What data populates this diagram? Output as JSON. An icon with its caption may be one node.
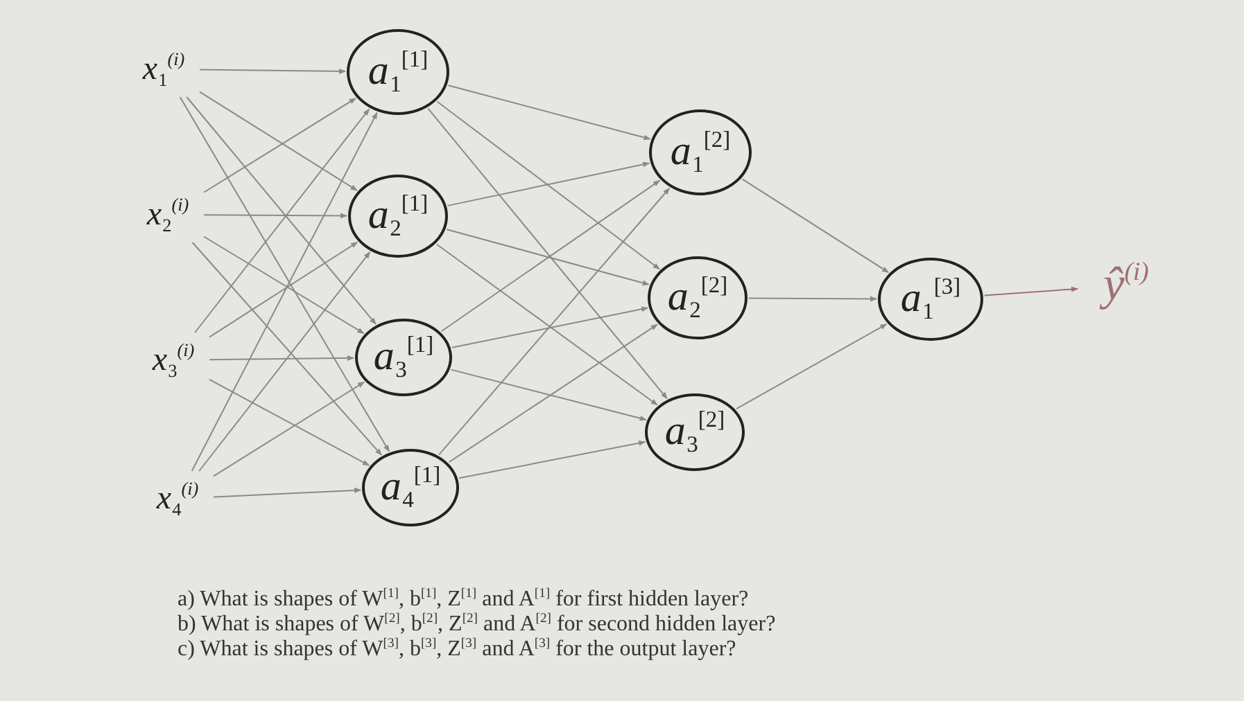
{
  "diagram": {
    "nodes": [
      {
        "text": [
          "x$_{1}$$^{(i)}$"
        ]
      },
      {
        "text": [
          "x$_{2}$$^{(i)}$"
        ]
      },
      {
        "text": [
          "x$_{3}$$^{(i)}$"
        ]
      },
      {
        "text": [
          "x$_{4}$$^{(i)}$"
        ]
      },
      {
        "text": [
          "a$_{1}$$^{[1]}$"
        ]
      },
      {
        "text": [
          "a$_{2}$$^{[1]}$"
        ]
      },
      {
        "text": [
          "a$_{3}$$^{[1]}$"
        ]
      },
      {
        "text": [
          "a$_{4}$$^{[1]}$"
        ]
      },
      {
        "text": [
          "a$_{1}$$^{[2]}$"
        ]
      },
      {
        "text": [
          "a$_{2}$$^{[2]}$"
        ]
      },
      {
        "text": [
          "a$_{3}$$^{[2]}$"
        ]
      },
      {
        "text": [
          "a$_{1}$$^{[3]}$"
        ]
      },
      {
        "text": [
          "ŷ$^{(i)}$"
        ]
      }
    ],
    "edges": [
      {
        "from": 0,
        "to": 4,
        "arrow": "to"
      },
      {
        "from": 0,
        "to": 5,
        "arrow": "to"
      },
      {
        "from": 0,
        "to": 6,
        "arrow": "to"
      },
      {
        "from": 0,
        "to": 7,
        "arrow": "to"
      },
      {
        "from": 1,
        "to": 4,
        "arrow": "to"
      },
      {
        "from": 1,
        "to": 5,
        "arrow": "to"
      },
      {
        "from": 1,
        "to": 6,
        "arrow": "to"
      },
      {
        "from": 1,
        "to": 7,
        "arrow": "to"
      },
      {
        "from": 2,
        "to": 4,
        "arrow": "to"
      },
      {
        "from": 2,
        "to": 5,
        "arrow": "to"
      },
      {
        "from": 2,
        "to": 6,
        "arrow": "to"
      },
      {
        "from": 2,
        "to": 7,
        "arrow": "to"
      },
      {
        "from": 3,
        "to": 4,
        "arrow": "to"
      },
      {
        "from": 3,
        "to": 5,
        "arrow": "to"
      },
      {
        "from": 3,
        "to": 6,
        "arrow": "to"
      },
      {
        "from": 3,
        "to": 7,
        "arrow": "to"
      },
      {
        "from": 4,
        "to": 8,
        "arrow": "to"
      },
      {
        "from": 4,
        "to": 9,
        "arrow": "to"
      },
      {
        "from": 4,
        "to": 10,
        "arrow": "to"
      },
      {
        "from": 5,
        "to": 8,
        "arrow": "to"
      },
      {
        "from": 5,
        "to": 9,
        "arrow": "to"
      },
      {
        "from": 5,
        "to": 10,
        "arrow": "to"
      },
      {
        "from": 6,
        "to": 8,
        "arrow": "to"
      },
      {
        "from": 6,
        "to": 9,
        "arrow": "to"
      },
      {
        "from": 6,
        "to": 10,
        "arrow": "to"
      },
      {
        "from": 7,
        "to": 8,
        "arrow": "to"
      },
      {
        "from": 7,
        "to": 9,
        "arrow": "to"
      },
      {
        "from": 7,
        "to": 10,
        "arrow": "to"
      },
      {
        "from": 8,
        "to": 11,
        "arrow": "to"
      },
      {
        "from": 9,
        "to": 11,
        "arrow": "to"
      },
      {
        "from": 10,
        "to": 11,
        "arrow": "to"
      },
      {
        "from": 11,
        "to": 12,
        "arrow": "to",
        "color": "#a07070"
      }
    ],
    "labels": [
      "a) What is shapes of W$^{[1]}$, b$^{[1]}$, Z$^{[1]}$ and A$^{[1]}$ for first hidden layer?",
      "b) What is shapes of W$^{[2]}$, b$^{[2]}$, Z$^{[2]}$ and A$^{[2]}$ for second hidden layer?",
      "c) What is shapes of W$^{[3]}$, b$^{[3]}$, Z$^{[3]}$ and A$^{[3]}$ for the output layer?"
    ]
  }
}
